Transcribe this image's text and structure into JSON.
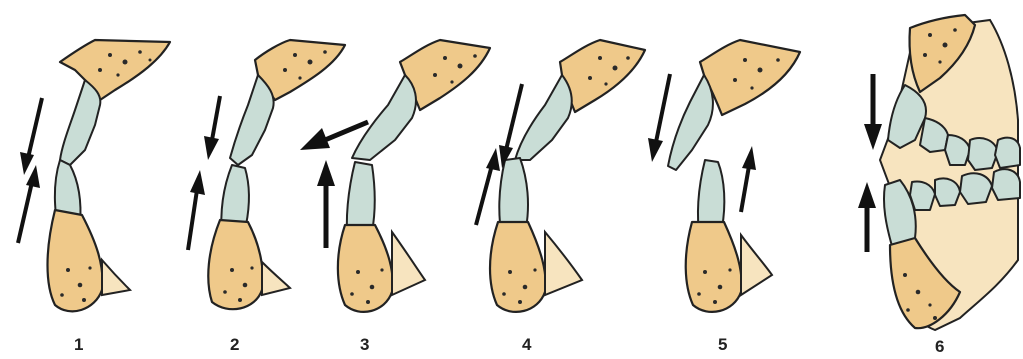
{
  "figure": {
    "panels": [
      {
        "label": "1"
      },
      {
        "label": "2"
      },
      {
        "label": "3"
      },
      {
        "label": "4"
      },
      {
        "label": "5"
      },
      {
        "label": "6"
      }
    ]
  },
  "colors": {
    "bone": "#efc98a",
    "tooth": "#c9ddd6",
    "outline": "#222222",
    "arrow": "#111111"
  },
  "icons": [
    "arrow-up",
    "arrow-down",
    "arrow-left"
  ]
}
